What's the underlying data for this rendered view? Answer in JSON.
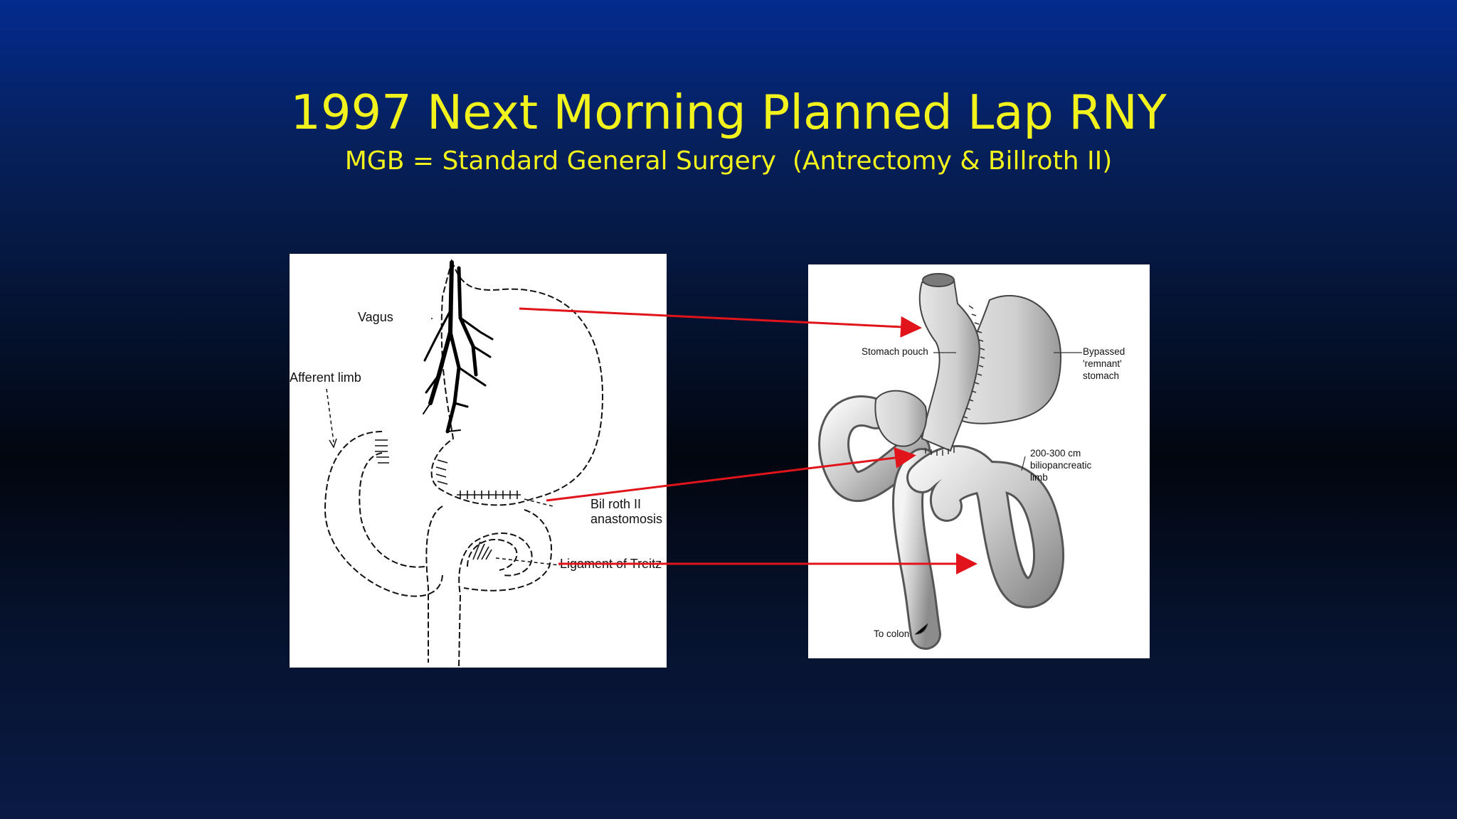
{
  "slide": {
    "title": "1997 Next Morning Planned Lap RNY",
    "subtitle": "MGB = Standard General Surgery  (Antrectomy & Billroth II)"
  },
  "left_diagram": {
    "labels": {
      "vagus": "Vagus",
      "afferent_limb": "Afferent limb",
      "billroth_1": "Bil roth II",
      "billroth_2": "anastomosis",
      "ligament": "Ligament of Treitz"
    }
  },
  "right_diagram": {
    "labels": {
      "stomach_pouch": "Stomach pouch",
      "bypassed_1": "Bypassed",
      "bypassed_2": "'remnant'",
      "bypassed_3": "stomach",
      "limb_1": "200-300 cm",
      "limb_2": "biliopancreatic",
      "limb_3": "limb",
      "to_colon": "To colon"
    }
  },
  "colors": {
    "title": "#f2f21c",
    "arrow": "#e0141a"
  }
}
